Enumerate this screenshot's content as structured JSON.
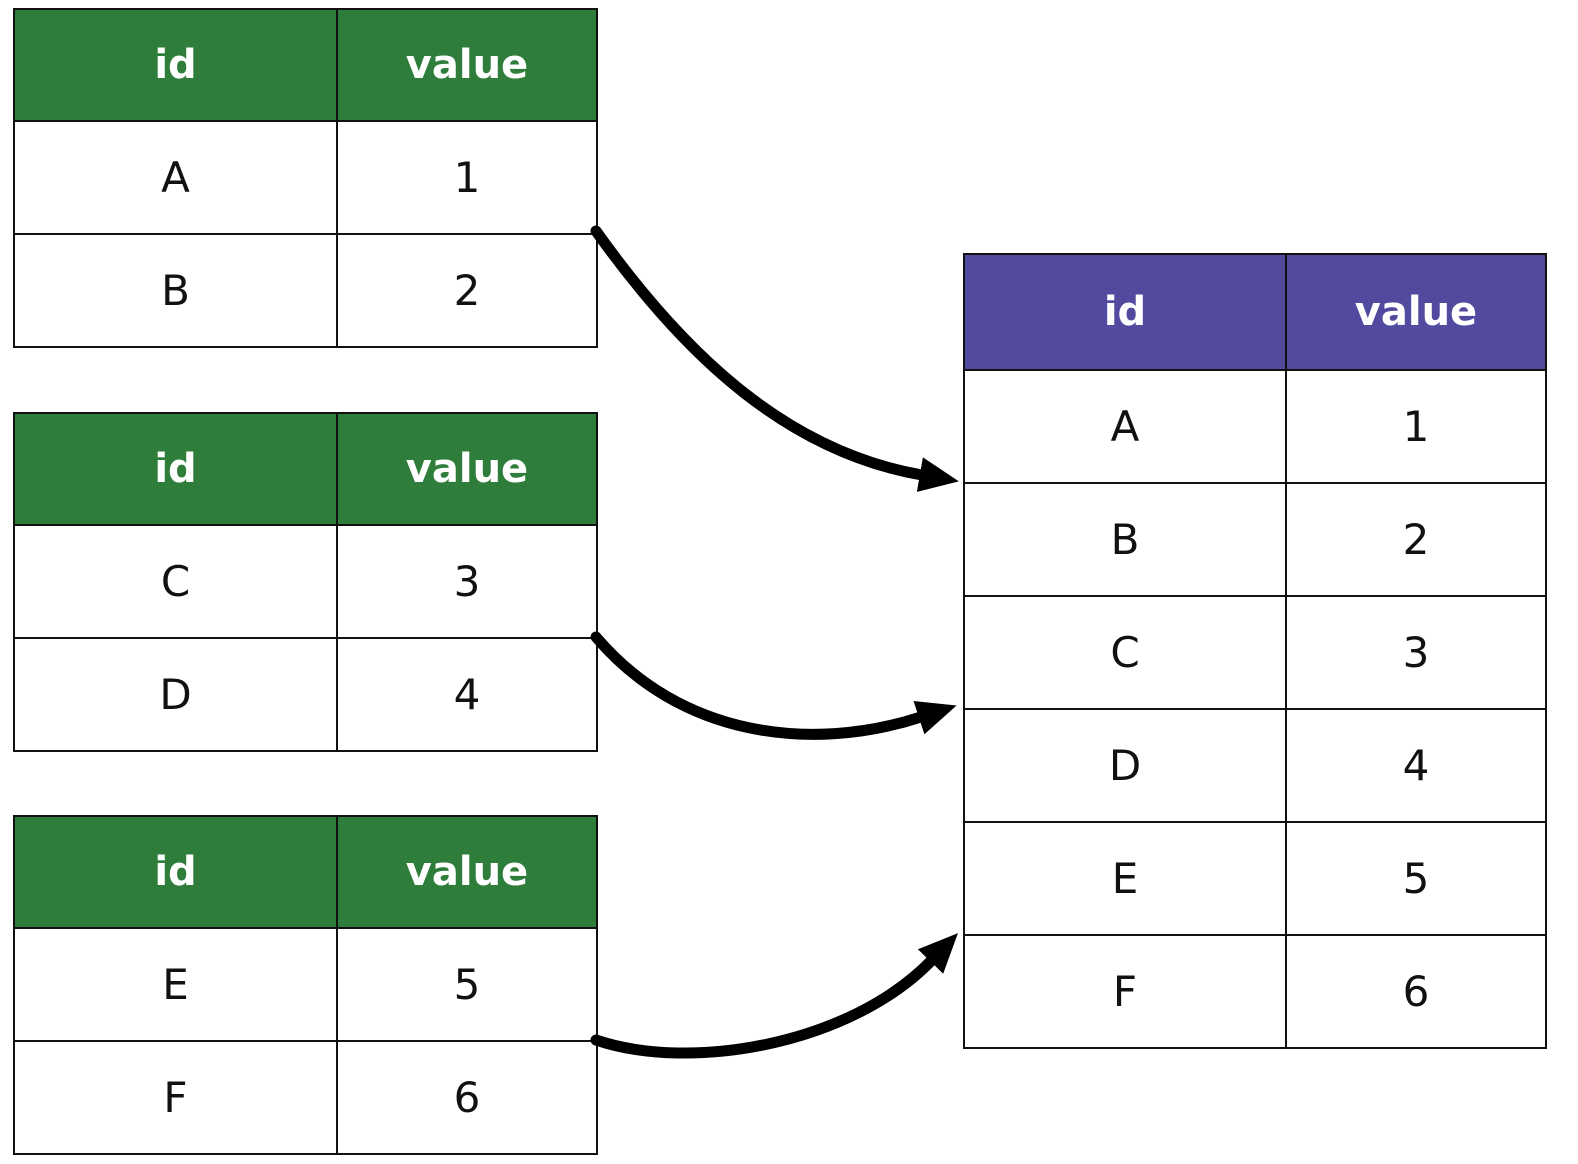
{
  "colors": {
    "background": "#ffffff",
    "source_header_bg": "#2e7d3b",
    "target_header_bg": "#524a9e",
    "header_text": "#ffffff",
    "cell_text": "#111111",
    "table_border": "#111111",
    "arrow": "#000000"
  },
  "source_tables": [
    {
      "columns": [
        "id",
        "value"
      ],
      "rows": [
        [
          "A",
          "1"
        ],
        [
          "B",
          "2"
        ]
      ]
    },
    {
      "columns": [
        "id",
        "value"
      ],
      "rows": [
        [
          "C",
          "3"
        ],
        [
          "D",
          "4"
        ]
      ]
    },
    {
      "columns": [
        "id",
        "value"
      ],
      "rows": [
        [
          "E",
          "5"
        ],
        [
          "F",
          "6"
        ]
      ]
    }
  ],
  "target_table": {
    "columns": [
      "id",
      "value"
    ],
    "rows": [
      [
        "A",
        "1"
      ],
      [
        "B",
        "2"
      ],
      [
        "C",
        "3"
      ],
      [
        "D",
        "4"
      ],
      [
        "E",
        "5"
      ],
      [
        "F",
        "6"
      ]
    ]
  },
  "arrows": [
    {
      "name": "source-1-to-target",
      "from": "source-table-1",
      "to": "target-table"
    },
    {
      "name": "source-2-to-target",
      "from": "source-table-2",
      "to": "target-table"
    },
    {
      "name": "source-3-to-target",
      "from": "source-table-3",
      "to": "target-table"
    }
  ]
}
